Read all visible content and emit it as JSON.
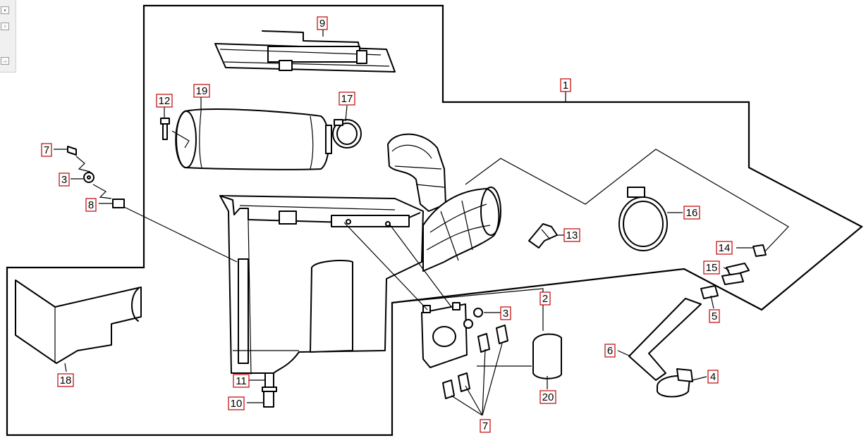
{
  "toolbar": {
    "buttons": [
      {
        "icon": "zoom-fit-icon",
        "glyph": "▪"
      },
      {
        "icon": "page-icon",
        "glyph": "▫"
      },
      {
        "icon": "forward-arrow-icon",
        "glyph": "→"
      }
    ]
  },
  "callouts": [
    {
      "id": "c9",
      "label": "9"
    },
    {
      "id": "c1",
      "label": "1"
    },
    {
      "id": "c12",
      "label": "12"
    },
    {
      "id": "c19",
      "label": "19"
    },
    {
      "id": "c17",
      "label": "17"
    },
    {
      "id": "c7a",
      "label": "7"
    },
    {
      "id": "c3a",
      "label": "3"
    },
    {
      "id": "c8",
      "label": "8"
    },
    {
      "id": "c16",
      "label": "16"
    },
    {
      "id": "c13",
      "label": "13"
    },
    {
      "id": "c14",
      "label": "14"
    },
    {
      "id": "c15",
      "label": "15"
    },
    {
      "id": "c2",
      "label": "2"
    },
    {
      "id": "c3b",
      "label": "3"
    },
    {
      "id": "c5",
      "label": "5"
    },
    {
      "id": "c6",
      "label": "6"
    },
    {
      "id": "c4",
      "label": "4"
    },
    {
      "id": "c20",
      "label": "20"
    },
    {
      "id": "c7b",
      "label": "7"
    },
    {
      "id": "c11",
      "label": "11"
    },
    {
      "id": "c10",
      "label": "10"
    },
    {
      "id": "c18",
      "label": "18"
    }
  ],
  "colors": {
    "callout_border": "#c00000",
    "line": "#000000",
    "background": "#ffffff"
  }
}
